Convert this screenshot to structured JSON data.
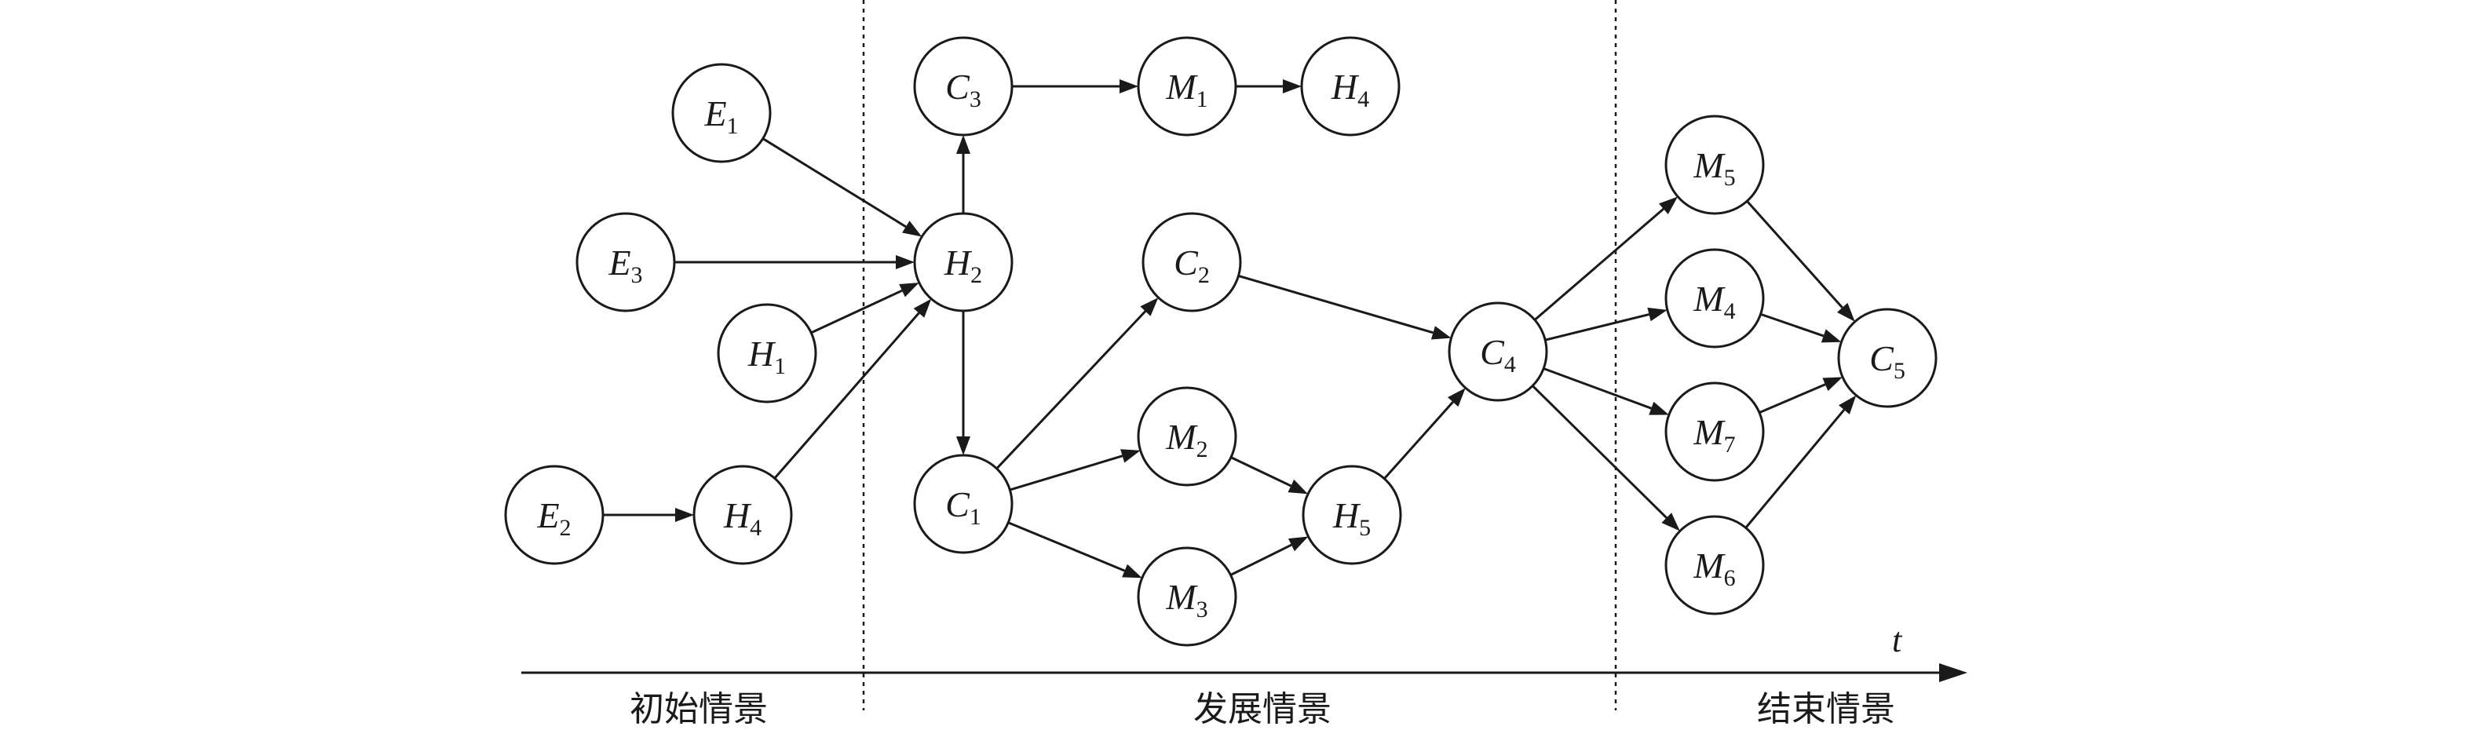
{
  "diagram": {
    "axis_label": "t",
    "phases": [
      {
        "id": "initial",
        "label": "初始情景"
      },
      {
        "id": "development",
        "label": "发展情景"
      },
      {
        "id": "end",
        "label": "结束情景"
      }
    ],
    "nodes": [
      {
        "id": "E1",
        "letter": "E",
        "sub": "1"
      },
      {
        "id": "E3",
        "letter": "E",
        "sub": "3"
      },
      {
        "id": "H1",
        "letter": "H",
        "sub": "1"
      },
      {
        "id": "E2",
        "letter": "E",
        "sub": "2"
      },
      {
        "id": "H4a",
        "letter": "H",
        "sub": "4"
      },
      {
        "id": "C3",
        "letter": "C",
        "sub": "3"
      },
      {
        "id": "M1",
        "letter": "M",
        "sub": "1"
      },
      {
        "id": "H4b",
        "letter": "H",
        "sub": "4"
      },
      {
        "id": "H2",
        "letter": "H",
        "sub": "2"
      },
      {
        "id": "C2",
        "letter": "C",
        "sub": "2"
      },
      {
        "id": "C1",
        "letter": "C",
        "sub": "1"
      },
      {
        "id": "M2",
        "letter": "M",
        "sub": "2"
      },
      {
        "id": "M3",
        "letter": "M",
        "sub": "3"
      },
      {
        "id": "H5",
        "letter": "H",
        "sub": "5"
      },
      {
        "id": "C4",
        "letter": "C",
        "sub": "4"
      },
      {
        "id": "M5",
        "letter": "M",
        "sub": "5"
      },
      {
        "id": "M4",
        "letter": "M",
        "sub": "4"
      },
      {
        "id": "M7",
        "letter": "M",
        "sub": "7"
      },
      {
        "id": "M6",
        "letter": "M",
        "sub": "6"
      },
      {
        "id": "C5",
        "letter": "C",
        "sub": "5"
      }
    ],
    "edges": [
      {
        "from": "E1",
        "to": "H2"
      },
      {
        "from": "E3",
        "to": "H2"
      },
      {
        "from": "H1",
        "to": "H2"
      },
      {
        "from": "E2",
        "to": "H4a"
      },
      {
        "from": "H4a",
        "to": "H2"
      },
      {
        "from": "H2",
        "to": "C3"
      },
      {
        "from": "C3",
        "to": "M1"
      },
      {
        "from": "M1",
        "to": "H4b"
      },
      {
        "from": "H2",
        "to": "C1"
      },
      {
        "from": "C1",
        "to": "C2"
      },
      {
        "from": "C1",
        "to": "M2"
      },
      {
        "from": "C1",
        "to": "M3"
      },
      {
        "from": "M2",
        "to": "H5"
      },
      {
        "from": "M3",
        "to": "H5"
      },
      {
        "from": "C2",
        "to": "C4"
      },
      {
        "from": "H5",
        "to": "C4"
      },
      {
        "from": "C4",
        "to": "M5"
      },
      {
        "from": "C4",
        "to": "M4"
      },
      {
        "from": "C4",
        "to": "M7"
      },
      {
        "from": "C4",
        "to": "M6"
      },
      {
        "from": "M5",
        "to": "C5"
      },
      {
        "from": "M4",
        "to": "C5"
      },
      {
        "from": "M7",
        "to": "C5"
      },
      {
        "from": "M6",
        "to": "C5"
      }
    ]
  }
}
